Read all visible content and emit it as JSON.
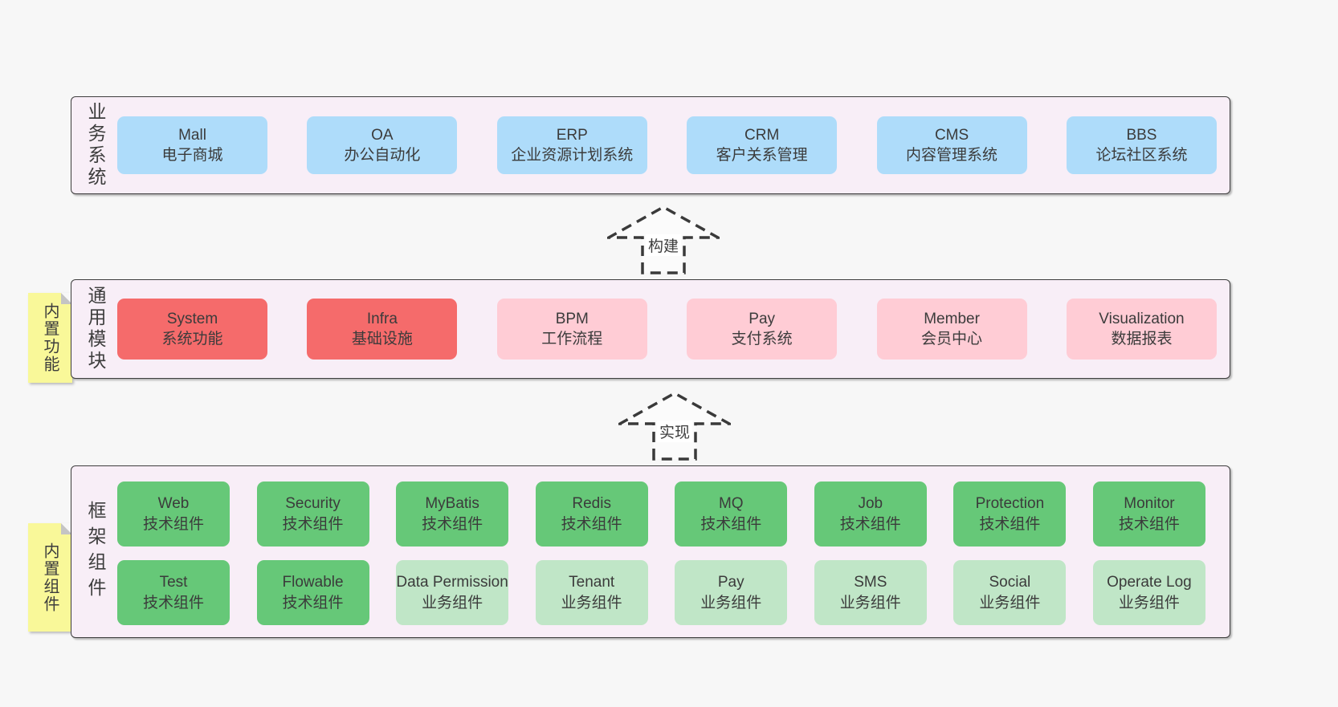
{
  "page": {
    "background": "#f7f7f7"
  },
  "colors": {
    "panel_bg": "#f8eef7",
    "panel_border": "#3e3e3e",
    "blue_box": "#aedcfa",
    "red_box": "#f56b6b",
    "pink_box": "#ffccd5",
    "green_dark_box": "#66c878",
    "green_light_box": "#c0e6c7",
    "sticky_yellow": "#f9f899",
    "text": "#3d3d3d"
  },
  "stickies": [
    {
      "label": "内置功能"
    },
    {
      "label": "内置组件"
    }
  ],
  "arrows": [
    {
      "label": "构建"
    },
    {
      "label": "实现"
    }
  ],
  "bands": [
    {
      "side_label": "业务系统",
      "boxes": [
        {
          "title": "Mall",
          "subtitle": "电子商城"
        },
        {
          "title": "OA",
          "subtitle": "办公自动化"
        },
        {
          "title": "ERP",
          "subtitle": "企业资源计划系统"
        },
        {
          "title": "CRM",
          "subtitle": "客户关系管理"
        },
        {
          "title": "CMS",
          "subtitle": "内容管理系统"
        },
        {
          "title": "BBS",
          "subtitle": "论坛社区系统"
        }
      ]
    },
    {
      "side_label": "通用模块",
      "boxes": [
        {
          "title": "System",
          "subtitle": "系统功能"
        },
        {
          "title": "Infra",
          "subtitle": "基础设施"
        },
        {
          "title": "BPM",
          "subtitle": "工作流程"
        },
        {
          "title": "Pay",
          "subtitle": "支付系统"
        },
        {
          "title": "Member",
          "subtitle": "会员中心"
        },
        {
          "title": "Visualization",
          "subtitle": "数据报表"
        }
      ]
    },
    {
      "side_label": "框架组件",
      "rows": [
        [
          {
            "title": "Web",
            "subtitle": "技术组件"
          },
          {
            "title": "Security",
            "subtitle": "技术组件"
          },
          {
            "title": "MyBatis",
            "subtitle": "技术组件"
          },
          {
            "title": "Redis",
            "subtitle": "技术组件"
          },
          {
            "title": "MQ",
            "subtitle": "技术组件"
          },
          {
            "title": "Job",
            "subtitle": "技术组件"
          },
          {
            "title": "Protection",
            "subtitle": "技术组件"
          },
          {
            "title": "Monitor",
            "subtitle": "技术组件"
          }
        ],
        [
          {
            "title": "Test",
            "subtitle": "技术组件"
          },
          {
            "title": "Flowable",
            "subtitle": "技术组件"
          },
          {
            "title": "Data Permission",
            "subtitle": "业务组件"
          },
          {
            "title": "Tenant",
            "subtitle": "业务组件"
          },
          {
            "title": "Pay",
            "subtitle": "业务组件"
          },
          {
            "title": "SMS",
            "subtitle": "业务组件"
          },
          {
            "title": "Social",
            "subtitle": "业务组件"
          },
          {
            "title": "Operate Log",
            "subtitle": "业务组件"
          }
        ]
      ]
    }
  ]
}
